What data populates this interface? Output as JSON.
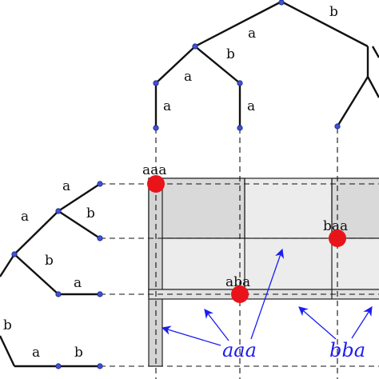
{
  "colors": {
    "edge": "#111111",
    "node": "#3f51d6",
    "dot": "#e8141a",
    "arrow": "#1d1df0",
    "grid_dark": "#d9d9d9",
    "grid_light": "#ececec",
    "grid_stroke": "#222222"
  },
  "top_tree_labels": {
    "b_top": "b",
    "a_mid": "a",
    "b_mid": "b",
    "a_left": "a",
    "a_leaf1": "a",
    "a_leaf2": "a"
  },
  "left_tree_labels": {
    "a_up": "a",
    "b_up": "b",
    "a_root": "a",
    "b_root": "b",
    "a_mid": "a",
    "b_low": "b",
    "a_low": "a",
    "b_low2": "b"
  },
  "cells": {
    "aaa": "aaa",
    "baa": "baa",
    "aba": "aba"
  },
  "annotations": {
    "aaa": "aaa",
    "bba": "bba"
  }
}
